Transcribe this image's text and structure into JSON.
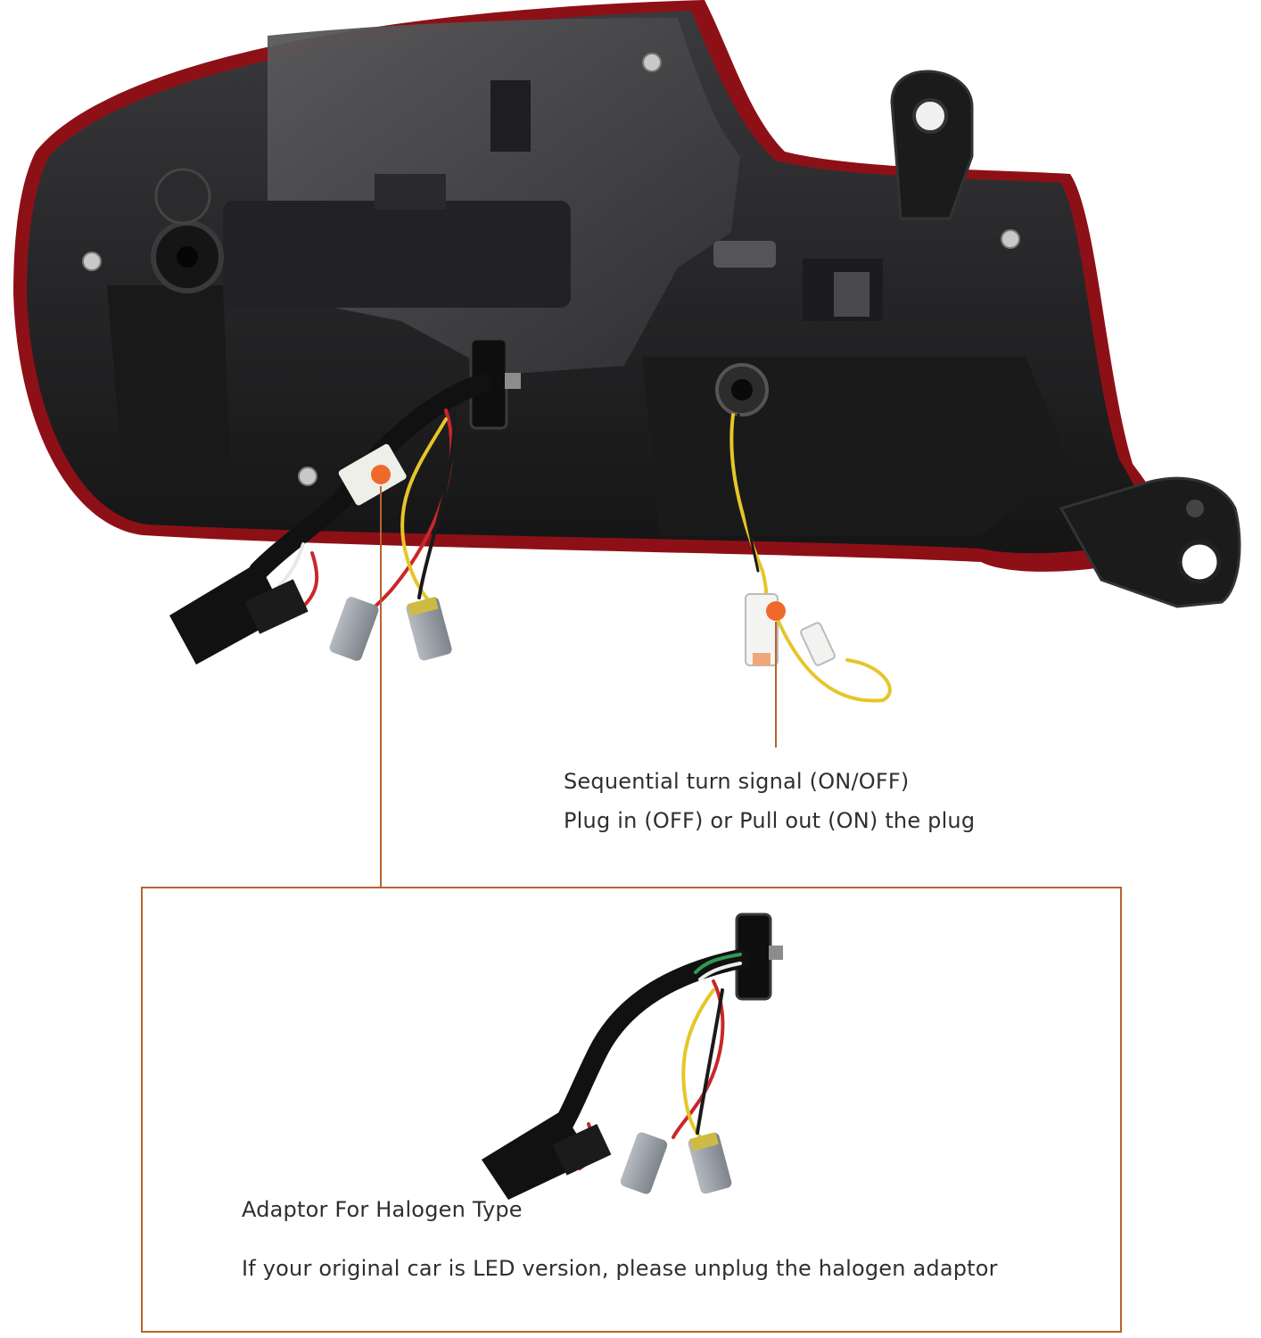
{
  "callouts": {
    "sequential": {
      "line1": "Sequential turn signal (ON/OFF)",
      "line2": "Plug in (OFF) or Pull out (ON) the plug"
    },
    "adaptor": {
      "line1": "Adaptor For Halogen Type",
      "line2": "If your original car is LED version, please unplug the halogen adaptor"
    }
  },
  "colors": {
    "accent": "#b9622e",
    "marker": "#ef6a2a",
    "lens_red": "#8e1017",
    "housing": "#1d1d1f",
    "wire_yellow": "#e5c62a",
    "wire_red": "#c9272a",
    "connector_grey": "#9aa1a8"
  },
  "icons": {
    "callout_marker": "orange-dot-icon"
  }
}
